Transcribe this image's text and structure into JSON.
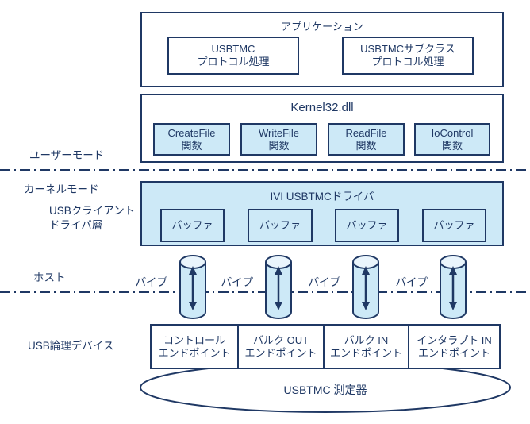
{
  "colors": {
    "navy": "#1f3864",
    "box_fill": "#cde9f7",
    "cyl_top": "#eaf5fc",
    "bg": "#ffffff"
  },
  "labels": {
    "user_mode": "ユーザーモード",
    "kernel_mode": "カーネルモード",
    "usb_client_line1": "USBクライアント",
    "usb_client_line2": "ドライバ層",
    "host": "ホスト",
    "usb_logical_device": "USB論理デバイス"
  },
  "application": {
    "title": "アプリケーション",
    "boxes": [
      {
        "line1": "USBTMC",
        "line2": "プロトコル処理"
      },
      {
        "line1": "USBTMCサブクラス",
        "line2": "プロトコル処理"
      }
    ]
  },
  "kernel32": {
    "title": "Kernel32.dll",
    "functions": [
      {
        "line1": "CreateFile",
        "line2": "関数"
      },
      {
        "line1": "WriteFile",
        "line2": "関数"
      },
      {
        "line1": "ReadFile",
        "line2": "関数"
      },
      {
        "line1": "IoControl",
        "line2": "関数"
      }
    ]
  },
  "driver": {
    "title": "IVI USBTMCドライバ",
    "buffers": [
      "バッファ",
      "バッファ",
      "バッファ",
      "バッファ"
    ]
  },
  "pipes": {
    "labels": [
      "パイプ",
      "パイプ",
      "パイプ",
      "パイプ"
    ]
  },
  "endpoints": [
    {
      "line1": "コントロール",
      "line2": "エンドポイント"
    },
    {
      "line1": "バルク OUT",
      "line2": "エンドポイント"
    },
    {
      "line1": "バルク IN",
      "line2": "エンドポイント"
    },
    {
      "line1": "インタラプト IN",
      "line2": "エンドポイント"
    }
  ],
  "device": {
    "label": "USBTMC 測定器"
  }
}
